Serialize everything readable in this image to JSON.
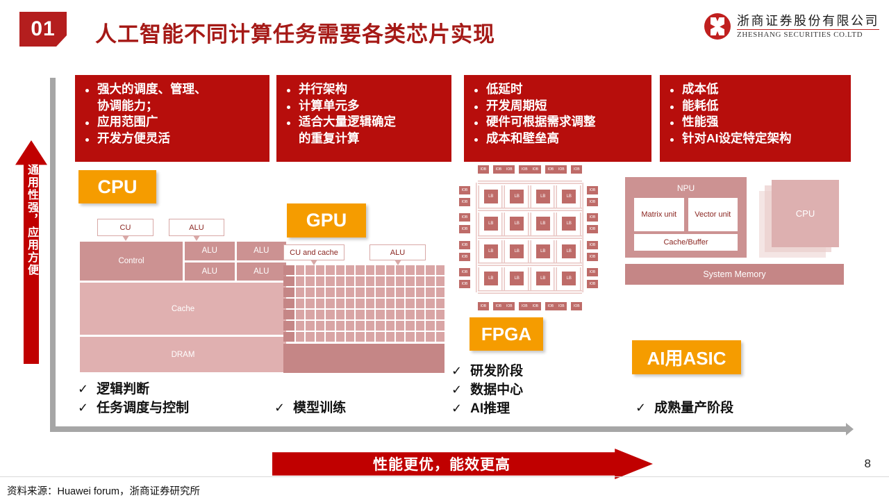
{
  "header": {
    "badge_number": "01",
    "title": "人工智能不同计算任务需要各类芯片实现",
    "logo_cn": "浙商证券股份有限公司",
    "logo_en": "ZHESHANG SECURITIES CO.LTD",
    "logo_icon": "zheshang-emblem-icon",
    "accent_red": "#B70E0C",
    "title_red": "#A51916",
    "badge_orange": "#F59C00"
  },
  "axes": {
    "vertical_label": "通用性强，应用方便",
    "horizontal_label": "性能更优，能效更高"
  },
  "feature_boxes": [
    {
      "id": "cpu",
      "items": [
        "强大的调度、管理、",
        "协调能力；",
        "应用范围广",
        "开发方便灵活"
      ],
      "bullets": [
        true,
        false,
        true,
        true
      ]
    },
    {
      "id": "gpu",
      "items": [
        "并行架构",
        "计算单元多",
        "适合大量逻辑确定",
        "的重复计算"
      ],
      "bullets": [
        true,
        true,
        true,
        false
      ]
    },
    {
      "id": "fpga",
      "items": [
        "低延时",
        "开发周期短",
        "硬件可根据需求调整",
        "成本和壁垒高"
      ],
      "bullets": [
        true,
        true,
        true,
        true
      ]
    },
    {
      "id": "asic",
      "items": [
        "成本低",
        "能耗低",
        "性能强",
        "针对AI设定特定架构"
      ],
      "bullets": [
        true,
        true,
        true,
        true
      ]
    }
  ],
  "badges": {
    "cpu": "CPU",
    "gpu": "GPU",
    "fpga": "FPGA",
    "asic": "AI用ASIC"
  },
  "cpu_diagram": {
    "callout_cu": "CU",
    "callout_alu": "ALU",
    "control": "Control",
    "alus": [
      "ALU",
      "ALU",
      "ALU",
      "ALU"
    ],
    "cache": "Cache",
    "dram": "DRAM"
  },
  "gpu_diagram": {
    "callout_cu": "CU and cache",
    "callout_alu": "ALU",
    "cu_cells": 7,
    "alu_cols": 15,
    "alu_rows": 7
  },
  "fpga_diagram": {
    "logic_block_label": "LB",
    "io_block_label": "IOB",
    "lb_grid_cols": 4,
    "lb_grid_rows": 4
  },
  "asic_diagram": {
    "npu": "NPU",
    "matrix_unit": "Matrix unit",
    "vector_unit": "Vector unit",
    "cache_buffer": "Cache/Buffer",
    "cpu": "CPU",
    "system_memory": "System Memory"
  },
  "check_lists": {
    "cpu": [
      "逻辑判断",
      "任务调度与控制"
    ],
    "gpu": [
      "模型训练"
    ],
    "fpga": [
      "研发阶段",
      "数据中心",
      "AI推理"
    ],
    "asic": [
      "成熟量产阶段"
    ],
    "tick_glyph": "✓"
  },
  "footer": {
    "source": "资料来源：Huawei forum，浙商证券研究所",
    "page_number": "8"
  }
}
